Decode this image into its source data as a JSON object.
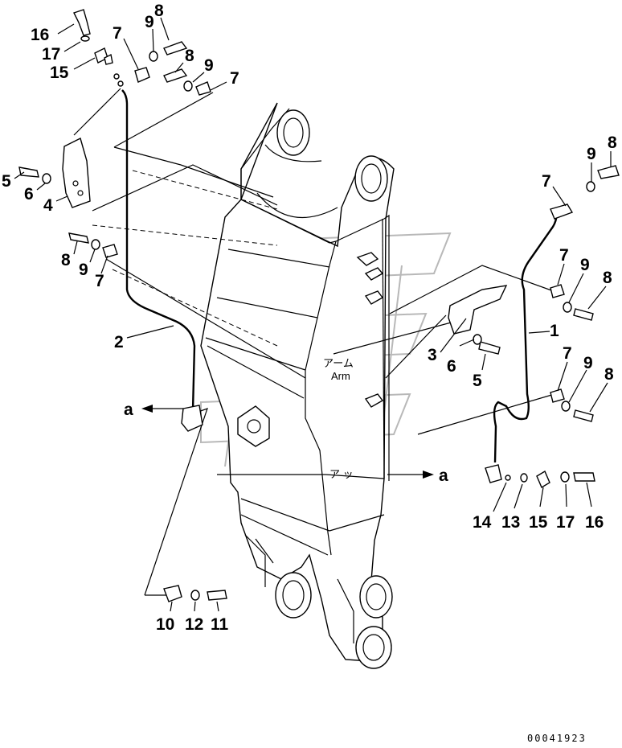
{
  "callouts": [
    {
      "id": "c16a",
      "text": "16"
    },
    {
      "id": "c17a",
      "text": "17"
    },
    {
      "id": "c15a",
      "text": "15"
    },
    {
      "id": "c7a",
      "text": "7"
    },
    {
      "id": "c9a",
      "text": "9"
    },
    {
      "id": "c8a",
      "text": "8"
    },
    {
      "id": "c8b",
      "text": "8"
    },
    {
      "id": "c9b",
      "text": "9"
    },
    {
      "id": "c7b",
      "text": "7"
    },
    {
      "id": "c5a",
      "text": "5"
    },
    {
      "id": "c6a",
      "text": "6"
    },
    {
      "id": "c4",
      "text": "4"
    },
    {
      "id": "c8c",
      "text": "8"
    },
    {
      "id": "c9c",
      "text": "9"
    },
    {
      "id": "c7c",
      "text": "7"
    },
    {
      "id": "c2",
      "text": "2"
    },
    {
      "id": "c7d",
      "text": "7"
    },
    {
      "id": "c9d",
      "text": "9"
    },
    {
      "id": "c8d",
      "text": "8"
    },
    {
      "id": "c7e",
      "text": "7"
    },
    {
      "id": "c9e",
      "text": "9"
    },
    {
      "id": "c8e",
      "text": "8"
    },
    {
      "id": "c1",
      "text": "1"
    },
    {
      "id": "c3",
      "text": "3"
    },
    {
      "id": "c6b",
      "text": "6"
    },
    {
      "id": "c5b",
      "text": "5"
    },
    {
      "id": "c7f",
      "text": "7"
    },
    {
      "id": "c9f",
      "text": "9"
    },
    {
      "id": "c8f",
      "text": "8"
    },
    {
      "id": "c14",
      "text": "14"
    },
    {
      "id": "c13",
      "text": "13"
    },
    {
      "id": "c15b",
      "text": "15"
    },
    {
      "id": "c17b",
      "text": "17"
    },
    {
      "id": "c16b",
      "text": "16"
    },
    {
      "id": "c10",
      "text": "10"
    },
    {
      "id": "c12",
      "text": "12"
    },
    {
      "id": "c11",
      "text": "11"
    }
  ],
  "arm_label_jp": "アーム",
  "arm_label_en": "Arm",
  "section_marker": "a",
  "drawing_code": "00041923"
}
